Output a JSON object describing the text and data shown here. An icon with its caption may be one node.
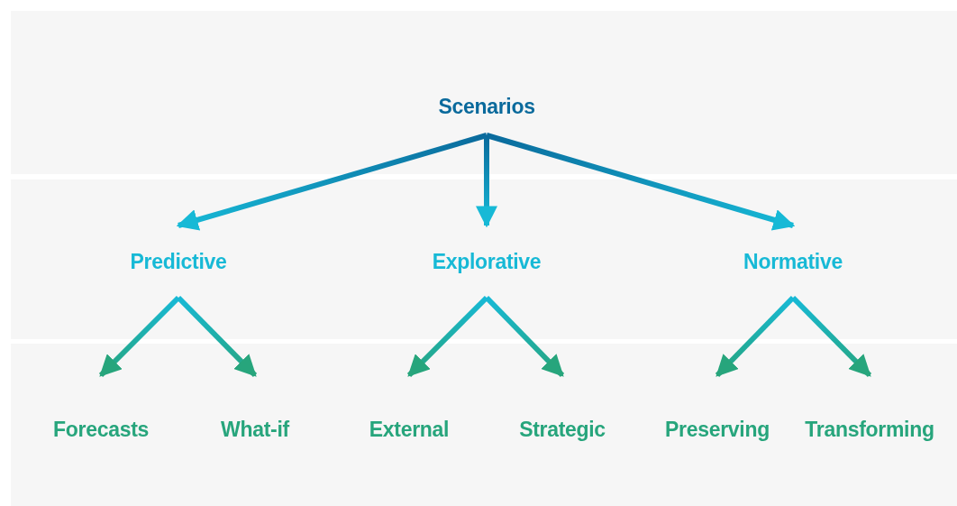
{
  "diagram": {
    "nodes": [
      {
        "text": [
          "Scenarios"
        ]
      },
      {
        "text": [
          "Predictive"
        ]
      },
      {
        "text": [
          "Explorative"
        ]
      },
      {
        "text": [
          "Normative"
        ]
      },
      {
        "text": [
          "Forecasts"
        ]
      },
      {
        "text": [
          "What-if"
        ]
      },
      {
        "text": [
          "External"
        ]
      },
      {
        "text": [
          "Strategic"
        ]
      },
      {
        "text": [
          "Preserving"
        ]
      },
      {
        "text": [
          "Transforming"
        ]
      }
    ],
    "edges": [
      {
        "from": 0,
        "to": 1,
        "arrow": "to"
      },
      {
        "from": 0,
        "to": 2,
        "arrow": "to"
      },
      {
        "from": 0,
        "to": 3,
        "arrow": "to"
      },
      {
        "from": 1,
        "to": 4,
        "arrow": "to"
      },
      {
        "from": 1,
        "to": 5,
        "arrow": "to"
      },
      {
        "from": 2,
        "to": 6,
        "arrow": "to"
      },
      {
        "from": 2,
        "to": 7,
        "arrow": "to"
      },
      {
        "from": 3,
        "to": 8,
        "arrow": "to"
      },
      {
        "from": 3,
        "to": 9,
        "arrow": "to"
      }
    ]
  }
}
